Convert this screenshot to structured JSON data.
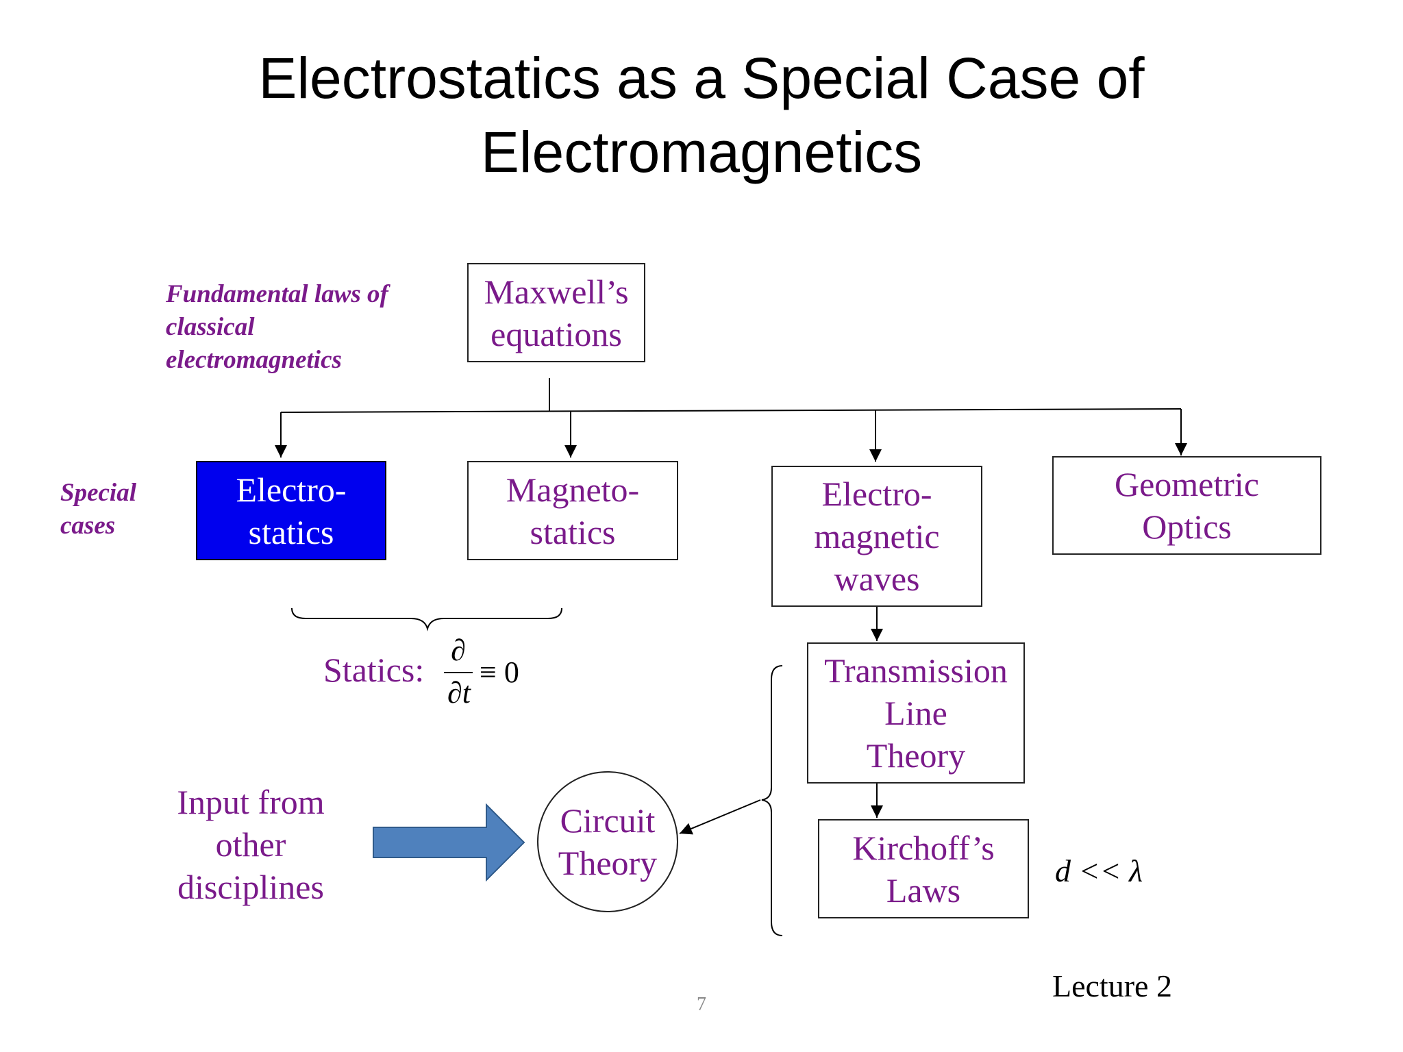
{
  "title": {
    "line1": "Electrostatics as a Special Case of",
    "line2": "Electromagnetics"
  },
  "notes": {
    "fundamental": [
      "Fundamental laws of",
      "classical",
      "electromagnetics"
    ],
    "special": [
      "Special",
      "cases"
    ]
  },
  "boxes": {
    "maxwell": [
      "Maxwell’s",
      "equations"
    ],
    "electrostatics": [
      "Electro-",
      "statics"
    ],
    "magnetostatics": [
      "Magneto-",
      "statics"
    ],
    "em_waves": [
      "Electro-",
      "magnetic",
      "waves"
    ],
    "geometric_optics": [
      "Geometric",
      "Optics"
    ],
    "transmission": [
      "Transmission",
      "Line",
      "Theory"
    ],
    "kirchoff": [
      "Kirchoff’s",
      "Laws"
    ],
    "circuit": [
      "Circuit",
      "Theory"
    ]
  },
  "statics": {
    "label": "Statics:",
    "numerator": "∂",
    "denominator": "∂t",
    "equiv": "≡ 0"
  },
  "input": [
    "Input from",
    "other",
    "disciplines"
  ],
  "condition": "d << λ",
  "footer": {
    "lecture": "Lecture 2",
    "page": "7"
  },
  "colors": {
    "purple_text": "#7a1a8a",
    "electrostatics_fill": "#0000ee",
    "arrow_fill": "#4f81bd"
  }
}
